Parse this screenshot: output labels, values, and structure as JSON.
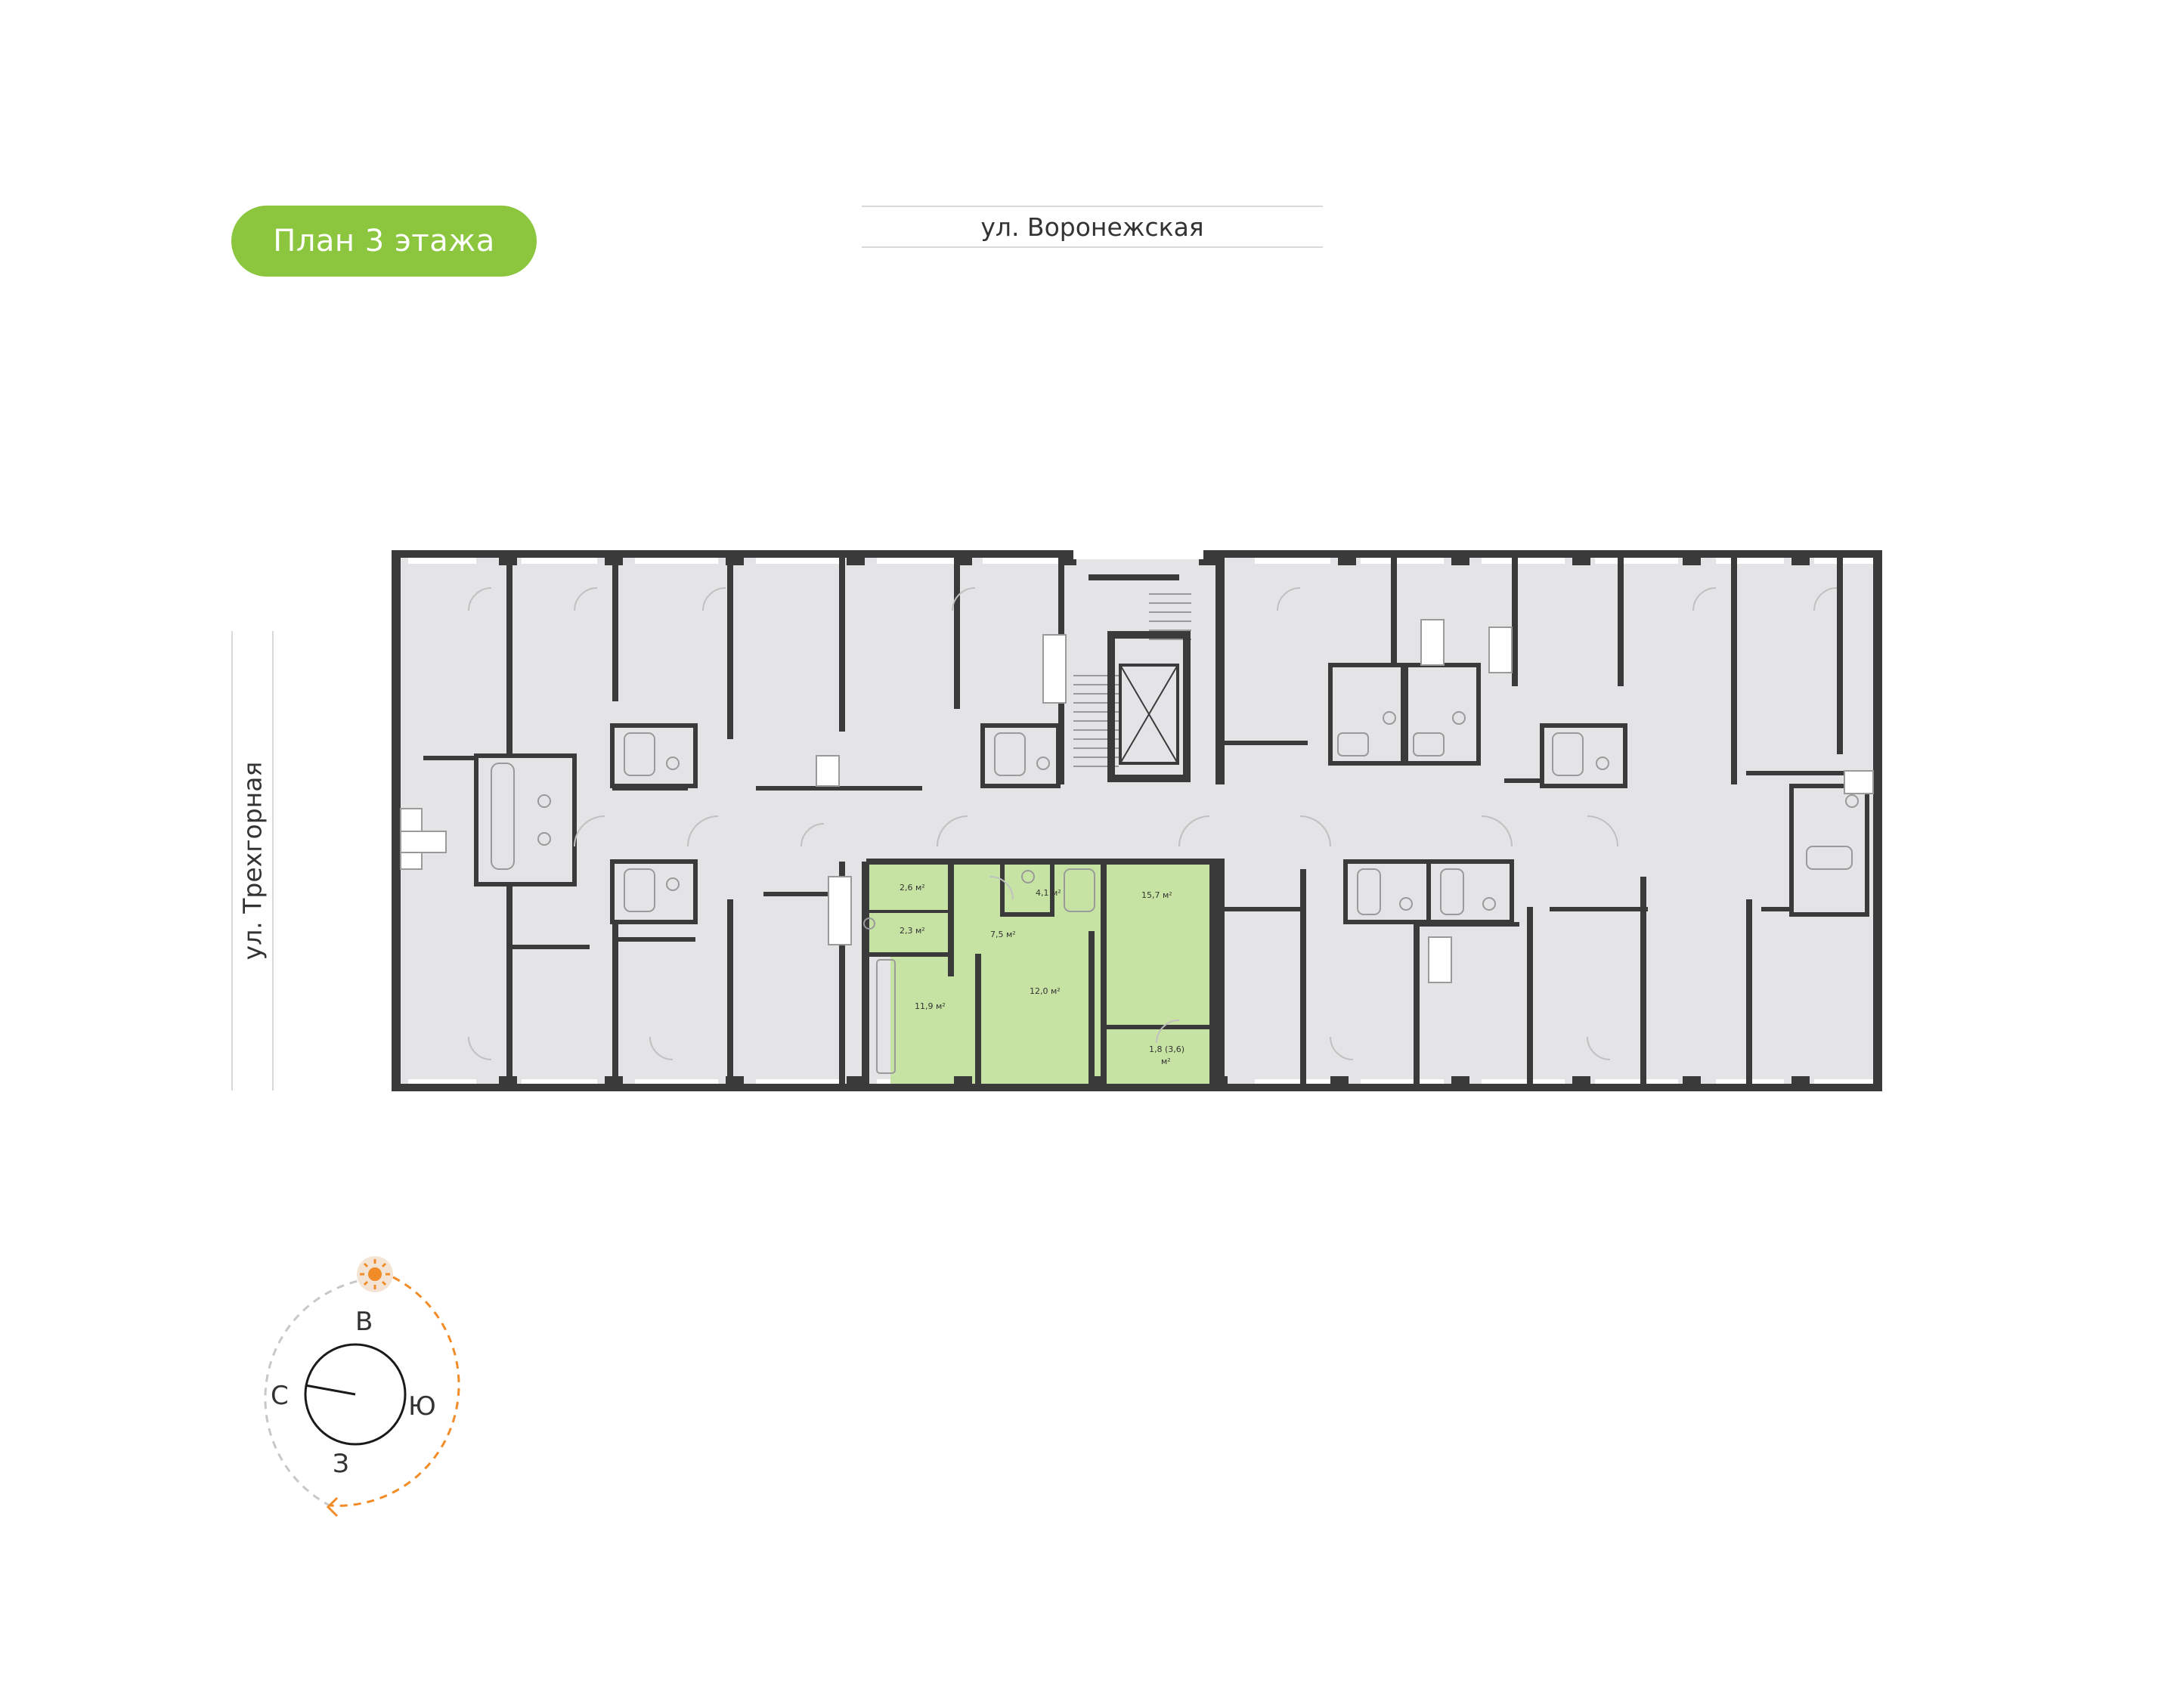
{
  "header": {
    "floor_badge": "План 3 этажа",
    "street_top": "ул. Воронежская",
    "street_left": "ул. Трехгорная"
  },
  "apartment": {
    "highlight_color": "#c7e3a3",
    "rooms": [
      {
        "id": "storage",
        "label": "2,6 м²"
      },
      {
        "id": "wc",
        "label": "2,3 м²"
      },
      {
        "id": "bath",
        "label": "4,1 м²"
      },
      {
        "id": "hall",
        "label": "7,5 м²"
      },
      {
        "id": "living",
        "label": "15,7 м²"
      },
      {
        "id": "kitchen",
        "label": "11,9 м²"
      },
      {
        "id": "bedroom",
        "label": "12,0 м²"
      },
      {
        "id": "loggia",
        "label": "1,8 (3,6)"
      },
      {
        "id": "loggia_unit",
        "label": "м²"
      }
    ]
  },
  "compass": {
    "north": "С",
    "east": "В",
    "south": "Ю",
    "west": "З",
    "sun_color": "#f28c28"
  },
  "colors": {
    "wall": "#3a3a3a",
    "floor": "#e4e4e7",
    "accent": "#8cc63f"
  }
}
